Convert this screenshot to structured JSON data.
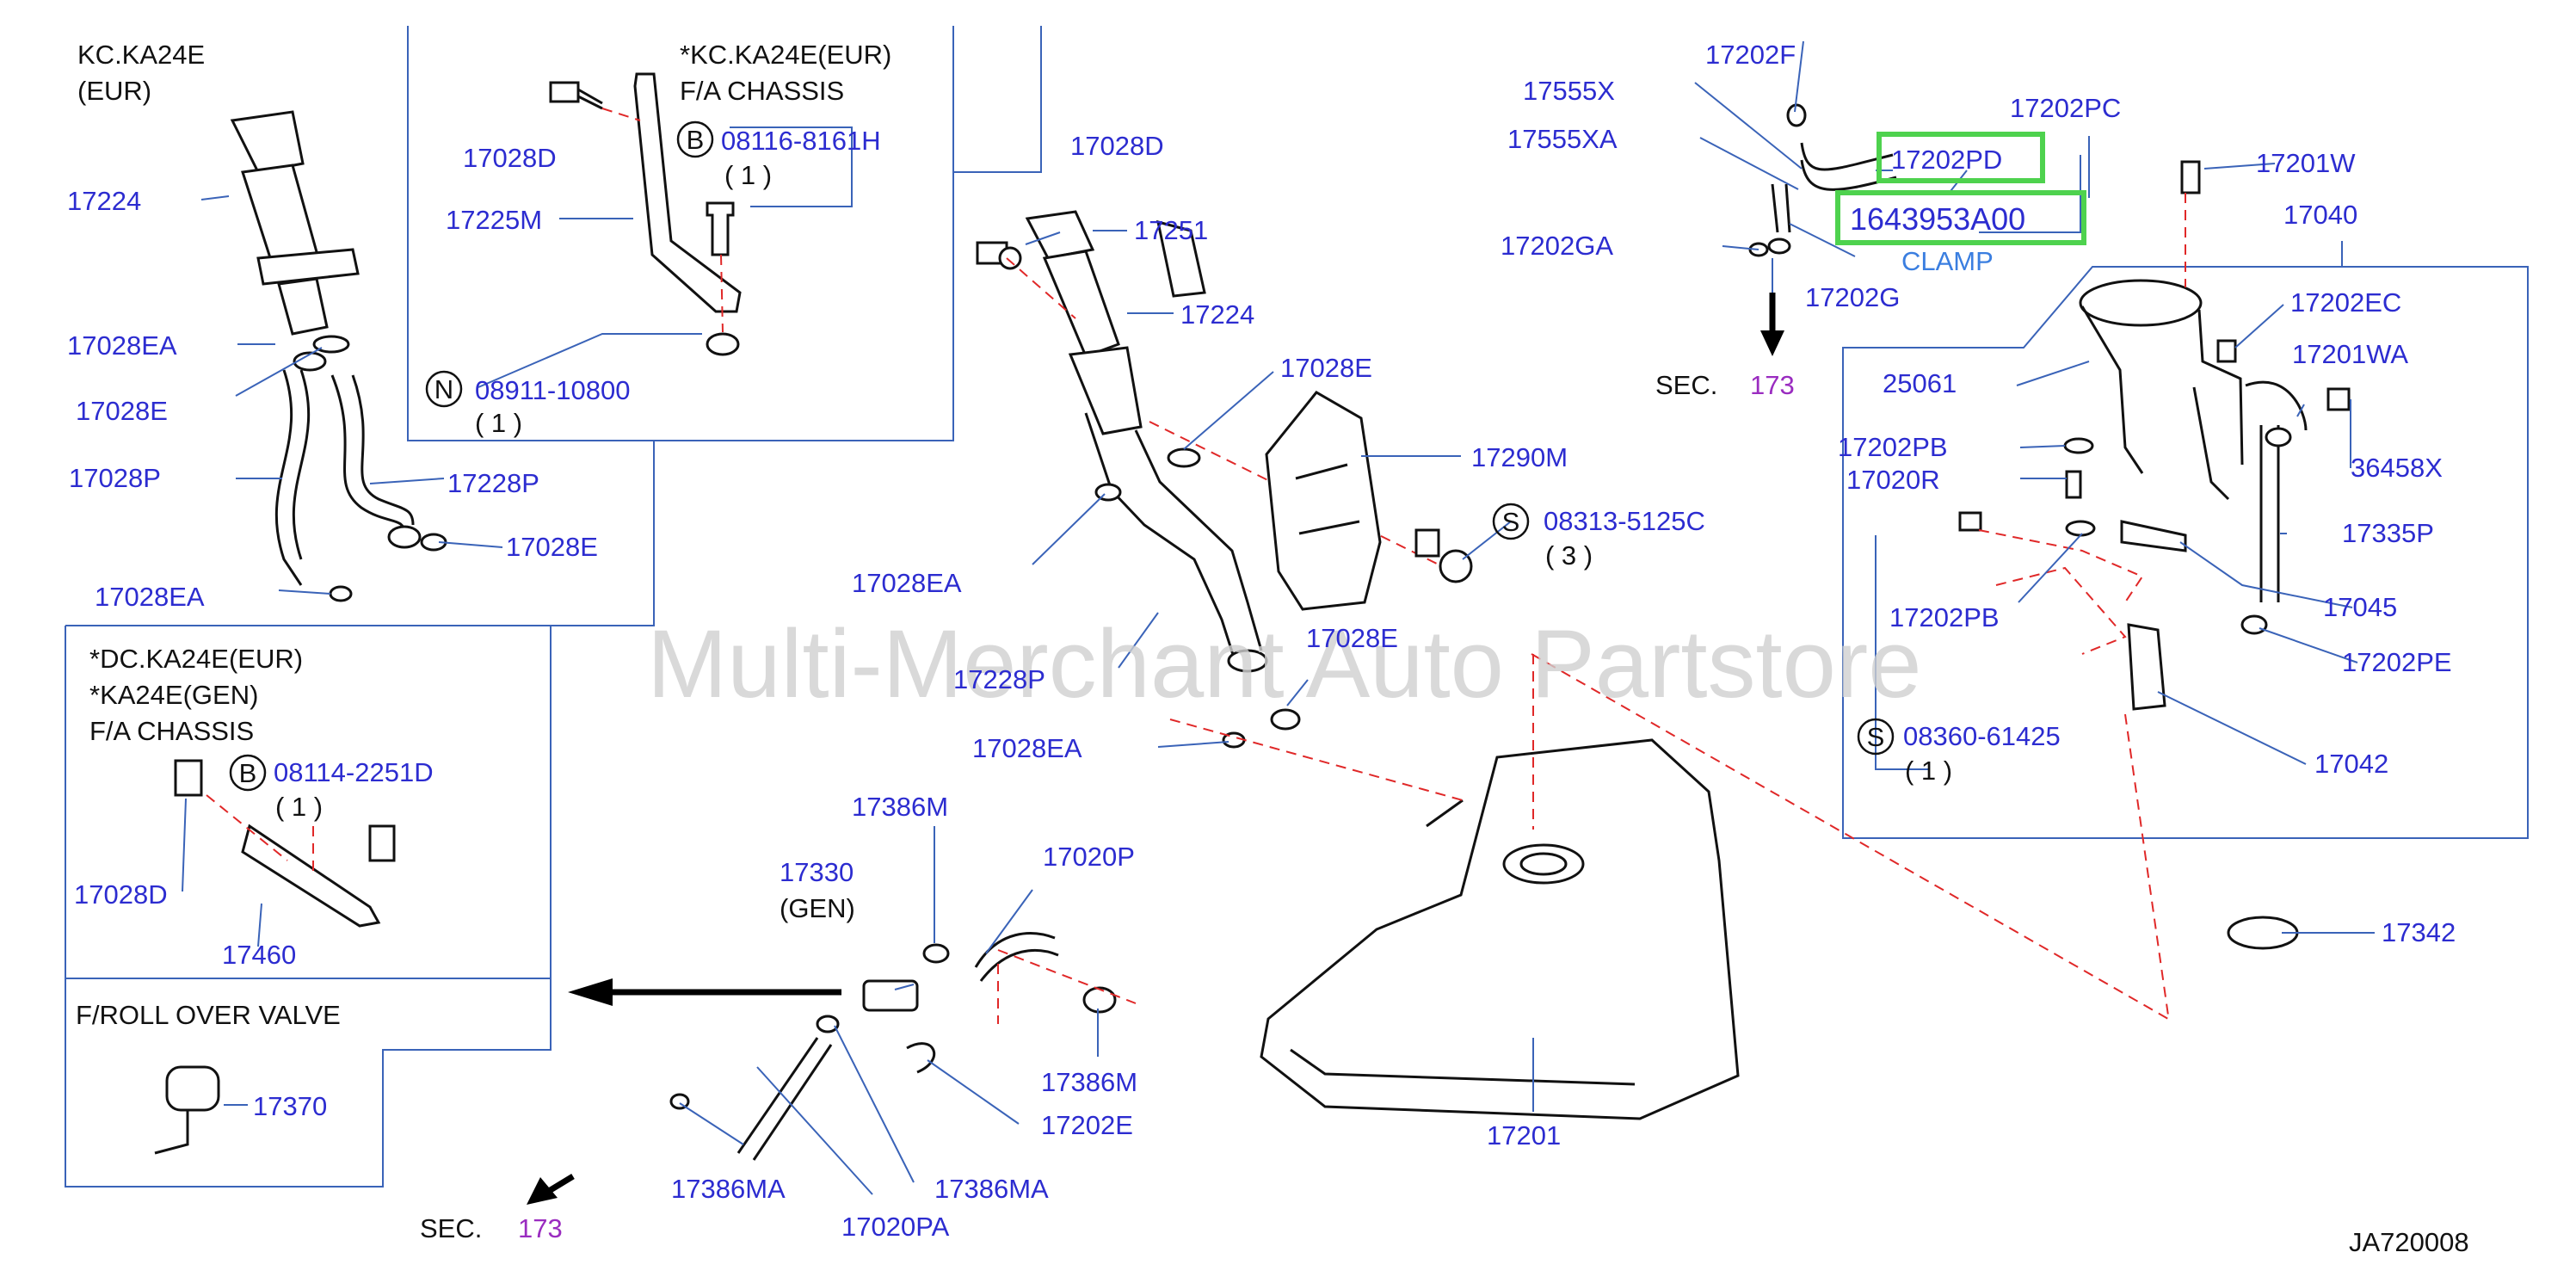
{
  "diagram_code": "JA720008",
  "watermark": "Multi-Merchant Auto Partstore",
  "highlight": {
    "part": "17202PD",
    "part_number": "1643953A00",
    "ghost_label": "CLAMP"
  },
  "section_ref": {
    "prefix": "SEC.",
    "number": "173"
  },
  "notes": {
    "kc_eur_line1": "KC.KA24E",
    "kc_eur_line2": "(EUR)",
    "kc_chassis_line1": "*KC.KA24E(EUR)",
    "kc_chassis_line2": "F/A   CHASSIS",
    "dc_line1": "*DC.KA24E(EUR)",
    "dc_line2": "*KA24E(GEN)",
    "dc_line3": "F/A   CHASSIS",
    "rollover": "F/ROLL   OVER   VALVE",
    "gen_17330": "(GEN)"
  },
  "qualifiers": {
    "B": "B",
    "N": "N",
    "S": "S"
  },
  "parts": {
    "p17224_a": "17224",
    "p17028EA_a": "17028EA",
    "p17028E_a": "17028E",
    "p17028P": "17028P",
    "p17228P_a": "17228P",
    "p17028E_b": "17028E",
    "p17028EA_b": "17028EA",
    "p17028D_a": "17028D",
    "p08116": "08116-8161H",
    "qty_08116": "( 1 )",
    "p17225M": "17225M",
    "p08911": "08911-10800",
    "qty_08911": "( 1 )",
    "p17028D_b": "17028D",
    "p17251": "17251",
    "p17224_b": "17224",
    "p17028E_c": "17028E",
    "p17290M": "17290M",
    "p08313": "08313-5125C",
    "qty_08313": "(   3   )",
    "p17028EA_c": "17028EA",
    "p17228P_b": "17228P",
    "p17028E_d": "17028E",
    "p17028EA_d": "17028EA",
    "p08114": "08114-2251D",
    "qty_08114": "( 1 )",
    "p17028D_c": "17028D",
    "p17460": "17460",
    "p17370": "17370",
    "p17330": "17330",
    "p17386M_a": "17386M",
    "p17020P": "17020P",
    "p17386M_b": "17386M",
    "p17202E": "17202E",
    "p17386MA_a": "17386MA",
    "p17020PA": "17020PA",
    "p17386MA_b": "17386MA",
    "p17201": "17201",
    "p17555X": "17555X",
    "p17555XA": "17555XA",
    "p17202F": "17202F",
    "p17202PC": "17202PC",
    "p17201W": "17201W",
    "p17040": "17040",
    "p17202GA": "17202GA",
    "p17202G": "17202G",
    "p17202EC": "17202EC",
    "p25061": "25061",
    "p17201WA": "17201WA",
    "p17202PB_a": "17202PB",
    "p17020R": "17020R",
    "p36458X": "36458X",
    "p17335P": "17335P",
    "p17202PB_b": "17202PB",
    "p17045": "17045",
    "p17202PE": "17202PE",
    "p08360": "08360-61425",
    "qty_08360": "( 1 )",
    "p17042": "17042",
    "p17342": "17342"
  }
}
